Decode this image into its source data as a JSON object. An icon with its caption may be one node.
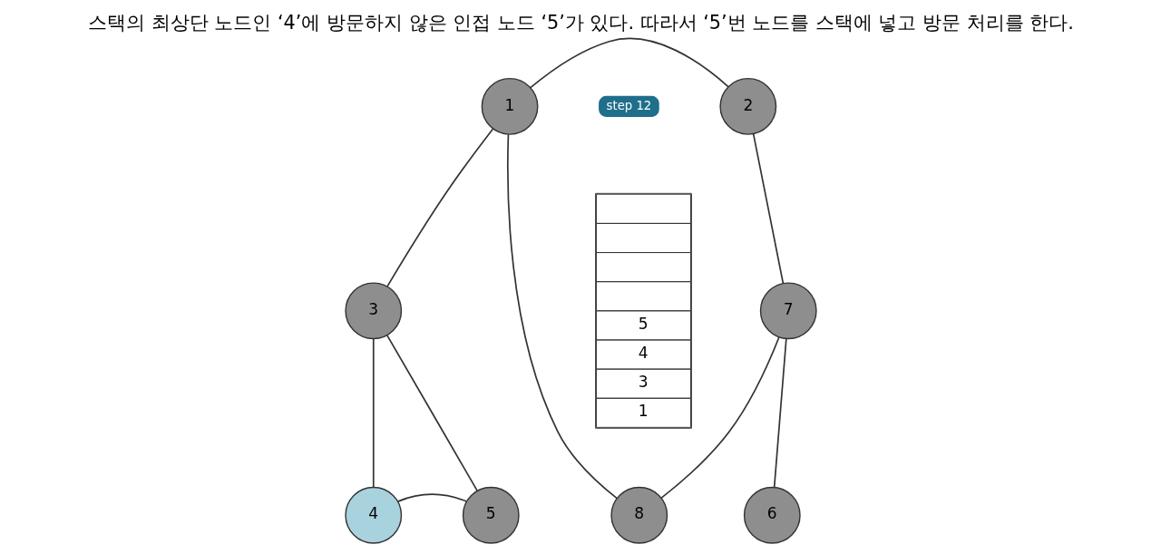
{
  "diagram": {
    "title": "스택의 최상단 노드인 ‘4’에 방문하지 않은 인접 노드 ‘5’가 있다. 따라서 ‘5’번 노드를 스택에 넣고 방문 처리를 한다.",
    "nodes": [
      {
        "text": [
          "1"
        ]
      },
      {
        "text": [
          "2"
        ]
      },
      {
        "text": [
          "3"
        ]
      },
      {
        "text": [
          "7"
        ]
      },
      {
        "text": [
          "4"
        ]
      },
      {
        "text": [
          "5"
        ]
      },
      {
        "text": [
          "8"
        ]
      },
      {
        "text": [
          "6"
        ]
      }
    ],
    "edges": [
      {
        "from": 0,
        "to": 1,
        "arrow": "none"
      },
      {
        "from": 0,
        "to": 2,
        "arrow": "none"
      },
      {
        "from": 0,
        "to": 6,
        "arrow": "none"
      },
      {
        "from": 1,
        "to": 3,
        "arrow": "none"
      },
      {
        "from": 2,
        "to": 4,
        "arrow": "none"
      },
      {
        "from": 2,
        "to": 5,
        "arrow": "none"
      },
      {
        "from": 4,
        "to": 5,
        "arrow": "none"
      },
      {
        "from": 3,
        "to": 6,
        "arrow": "none"
      },
      {
        "from": 3,
        "to": 7,
        "arrow": "none"
      }
    ],
    "labels": [
      "step 12",
      "5",
      "4",
      "3",
      "1"
    ]
  }
}
